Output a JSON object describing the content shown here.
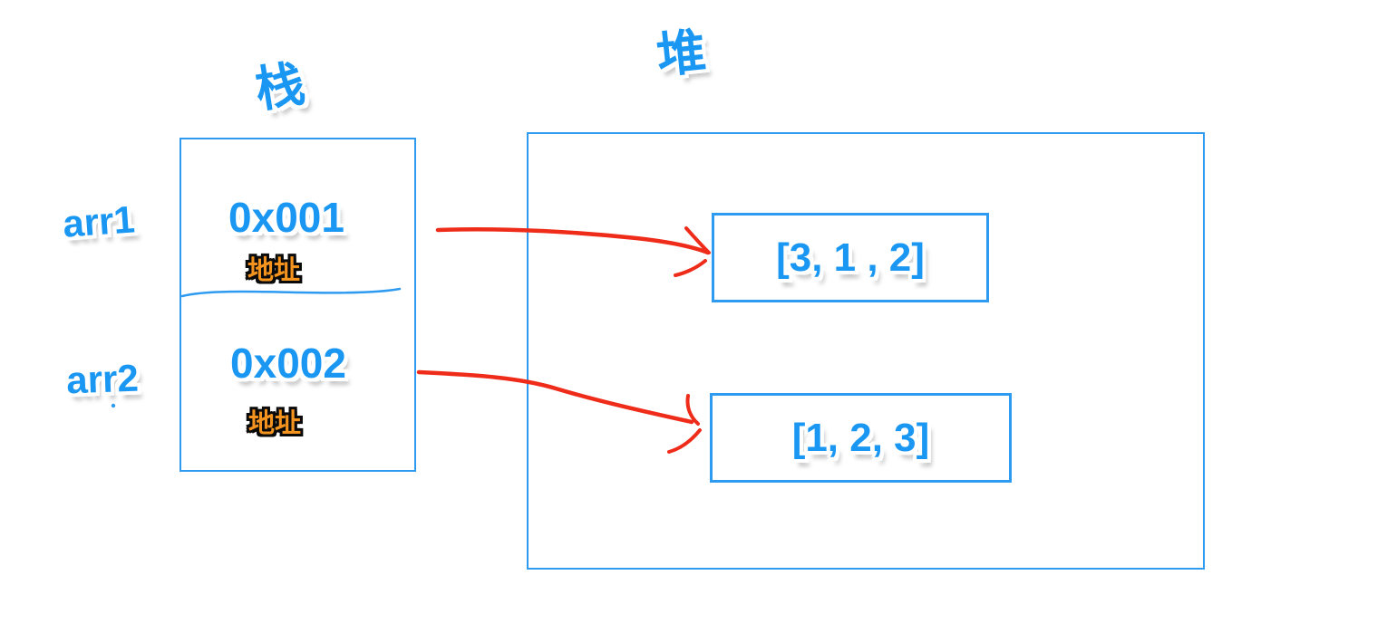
{
  "diagram": {
    "title_stack": "栈",
    "title_heap": "堆",
    "stack": {
      "variables": [
        {
          "name": "arr1",
          "address": "0x001",
          "caption": "地址"
        },
        {
          "name": "arr2",
          "address": "0x002",
          "caption": "地址"
        }
      ]
    },
    "heap": {
      "objects": [
        {
          "value": "[3, 1 , 2]"
        },
        {
          "value": "[1, 2, 3]"
        }
      ]
    },
    "arrows": [
      {
        "from": "0x001",
        "to": "[3, 1 , 2]"
      },
      {
        "from": "0x002",
        "to": "[1, 2, 3]"
      }
    ],
    "colors": {
      "text_blue": "#1a97f2",
      "border_blue": "#2e9af0",
      "arrow_red": "#ef2b1a",
      "caption_orange": "#f4941f",
      "caption_outline": "#0a0a0a",
      "text_outline": "#ffffff"
    }
  }
}
